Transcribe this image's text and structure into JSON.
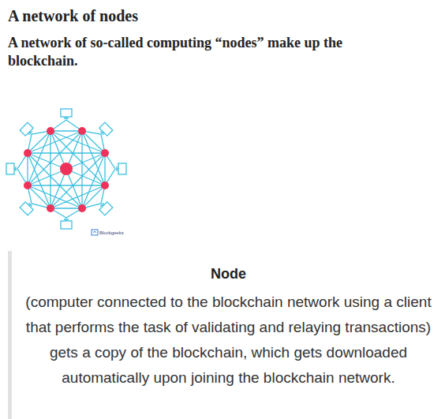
{
  "diagram": {
    "title": "A network of nodes",
    "nodes": [
      {
        "text": [
          "Node",
          "(computer connected to the blockchain network using a client that performs the task of validating and relaying transactions) gets a copy of the blockchain, which gets downloaded automatically upon joining the blockchain network."
        ]
      }
    ],
    "labels": [
      "A network of so-called computing “nodes” make up the blockchain.",
      "Blockgeeks"
    ]
  }
}
